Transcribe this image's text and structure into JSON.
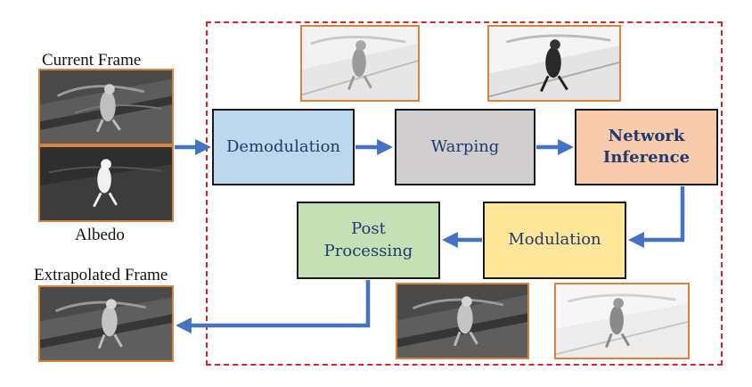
{
  "labels": {
    "current_frame": "Current Frame",
    "albedo": "Albedo",
    "extrapolated_frame": "Extrapolated Frame"
  },
  "steps": {
    "demodulation": "Demodulation",
    "warping": "Warping",
    "network_inference_line1": "Network",
    "network_inference_line2": "Inference",
    "modulation": "Modulation",
    "post_processing_line1": "Post",
    "post_processing_line2": "Processing"
  },
  "colors": {
    "demodulation": "#bdd7ee",
    "warping": "#d0cece",
    "network_inference": "#f8cbad",
    "modulation": "#ffe699",
    "post_processing": "#c5e0b4",
    "arrow": "#4472c4",
    "frame_border": "#e0202a",
    "thumb_border": "#d9843a"
  }
}
